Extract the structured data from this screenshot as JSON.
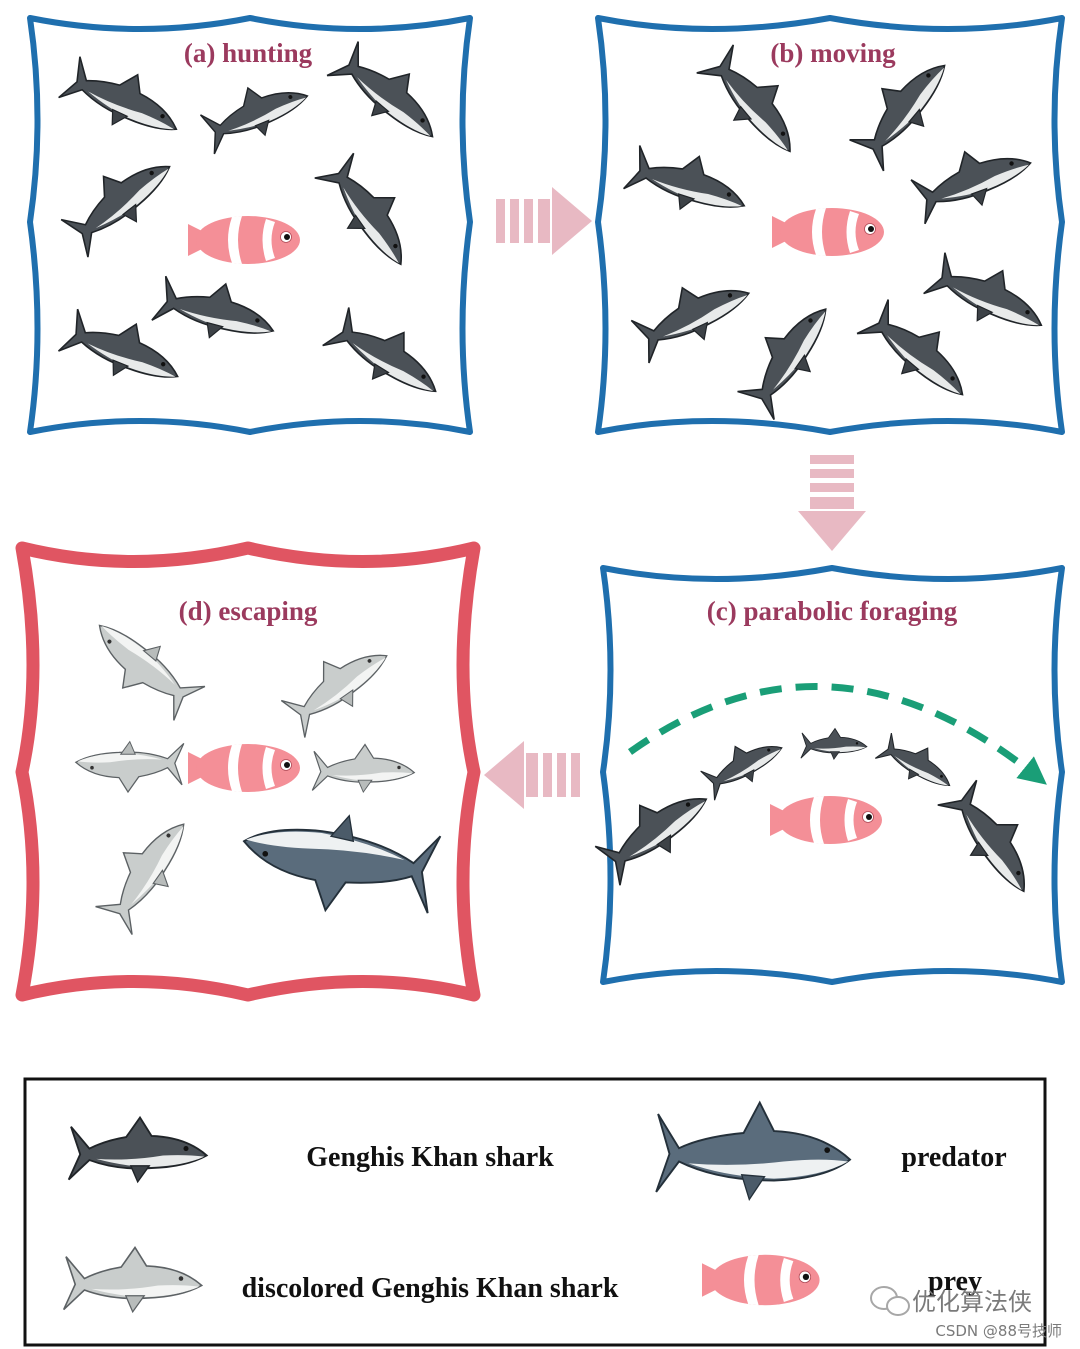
{
  "colors": {
    "blue_frame": "#1f6fae",
    "red_frame": "#e05562",
    "arrow_pink": "#e8b9c3",
    "trajectory_green": "#1a9e77",
    "shark_dark": "#4b5157",
    "shark_light": "#c9cdcc",
    "predator": "#5a6c7c",
    "clownfish": "#f48f97",
    "title_text": "#9b3a5e"
  },
  "panels": {
    "a": {
      "title": "(a) hunting"
    },
    "b": {
      "title": "(b) moving"
    },
    "c": {
      "title": "(c) parabolic foraging"
    },
    "d": {
      "title": "(d) escaping"
    }
  },
  "legend": {
    "shark": "Genghis Khan shark",
    "predator": "predator",
    "discolored": "discolored Genghis Khan shark",
    "prey": "prey"
  },
  "watermark": {
    "brand": "优化算法侠",
    "source": "CSDN @88号技师"
  },
  "icons": {
    "shark": "shark-icon",
    "discolored_shark": "discolored-shark-icon",
    "predator": "predator-shark-icon",
    "prey": "clownfish-icon",
    "wechat": "wechat-icon"
  }
}
